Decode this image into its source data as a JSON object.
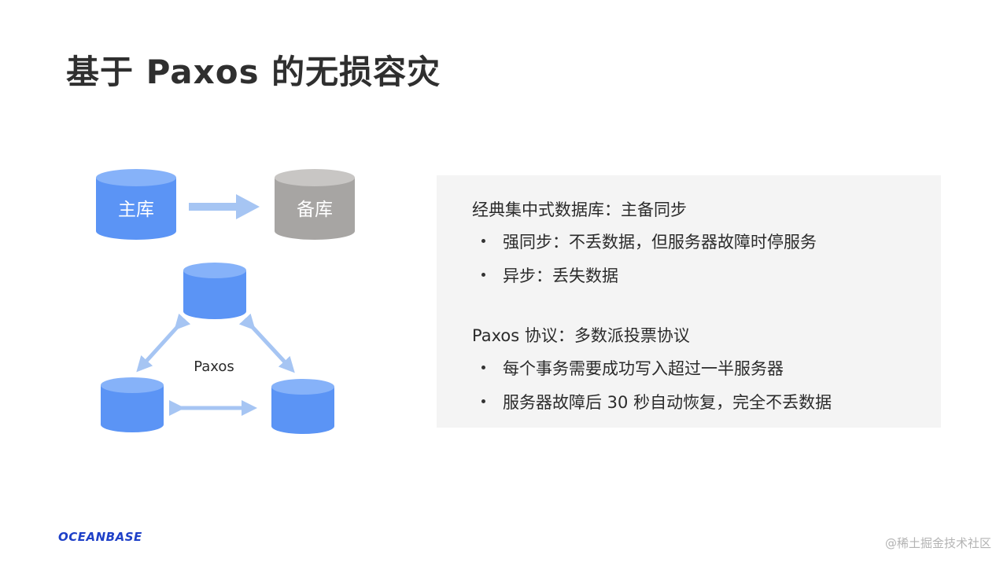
{
  "slide": {
    "title": "基于 Paxos 的无损容灾"
  },
  "diagram": {
    "primary_db_label": "主库",
    "standby_db_label": "备库",
    "paxos_label": "Paxos",
    "colors": {
      "blue_db": "#5b94f5",
      "blue_db_top": "#86b2f9",
      "gray_db": "#a7a5a3",
      "gray_db_top": "#c8c6c4",
      "arrow": "#a6c5f3"
    }
  },
  "info": {
    "section1": {
      "heading": "经典集中式数据库：主备同步",
      "bullets": [
        "强同步：不丢数据，但服务器故障时停服务",
        "异步：丢失数据"
      ]
    },
    "section2": {
      "heading": "Paxos 协议：多数派投票协议",
      "bullets": [
        "每个事务需要成功写入超过一半服务器",
        "服务器故障后 30 秒自动恢复，完全不丢数据"
      ]
    }
  },
  "footer": {
    "logo_text": "OCEANBASE",
    "watermark": "@稀土掘金技术社区"
  }
}
